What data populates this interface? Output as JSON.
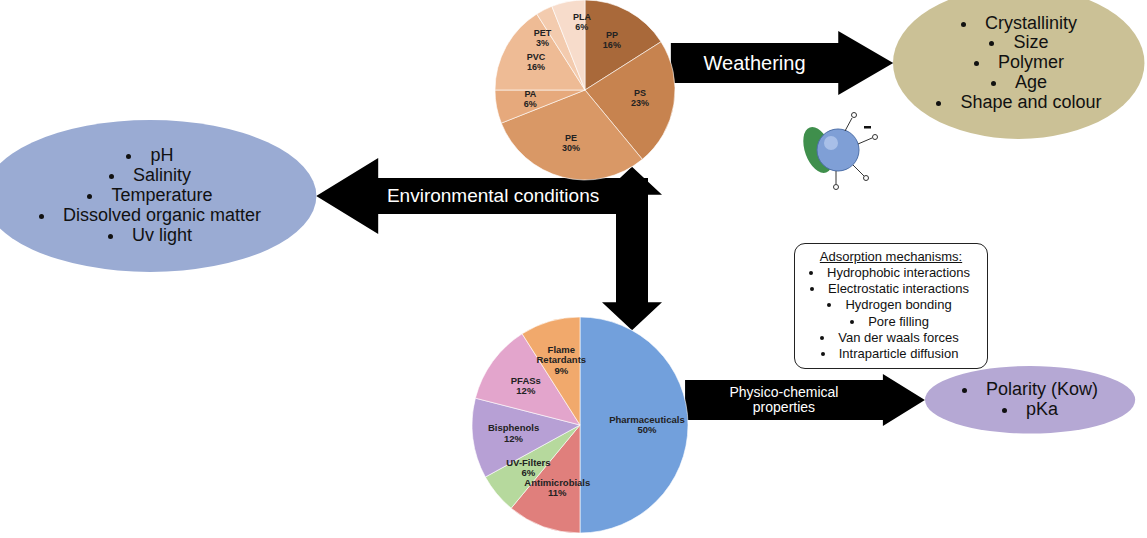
{
  "diagram": {
    "nodes": [
      {
        "text": [
          "PP 16%",
          "PS 23%",
          "PE 30%",
          "PA 6%",
          "PVC 16%",
          "PET 3%",
          "PLA 6%"
        ]
      },
      {
        "text": [
          "Crystallinity",
          "Size",
          "Polymer",
          "Age",
          "Shape and colour"
        ]
      },
      {
        "text": [
          "pH",
          "Salinity",
          "Temperature",
          "Dissolved organic matter",
          "Uv light"
        ]
      },
      {
        "text": [
          "Adsorption mechanisms:",
          "Hydrophobic interactions",
          "Electrostatic interactions",
          "Hydrogen bonding",
          "Pore filling",
          "Van der waals forces",
          "Intraparticle diffusion"
        ]
      },
      {
        "text": [
          "Pharmaceuticals 50%",
          "Antimicrobials 11%",
          "UV-Filters 6%",
          "Bisphenols 12%",
          "PFASs 12%",
          "Flame Retardants 9%"
        ]
      },
      {
        "text": [
          "Polarity (Kow)",
          "pKa"
        ]
      }
    ],
    "edges": [
      {
        "from": 0,
        "to": 1,
        "label": "Weathering",
        "arrow": "to"
      },
      {
        "from": 0,
        "to": 4,
        "arrow": "both"
      },
      {
        "from": 0,
        "to": 2,
        "label": "Environmental conditions",
        "arrow": "to"
      },
      {
        "from": 4,
        "to": 5,
        "label": "Physico-chemical properties",
        "arrow": "to"
      }
    ]
  }
}
